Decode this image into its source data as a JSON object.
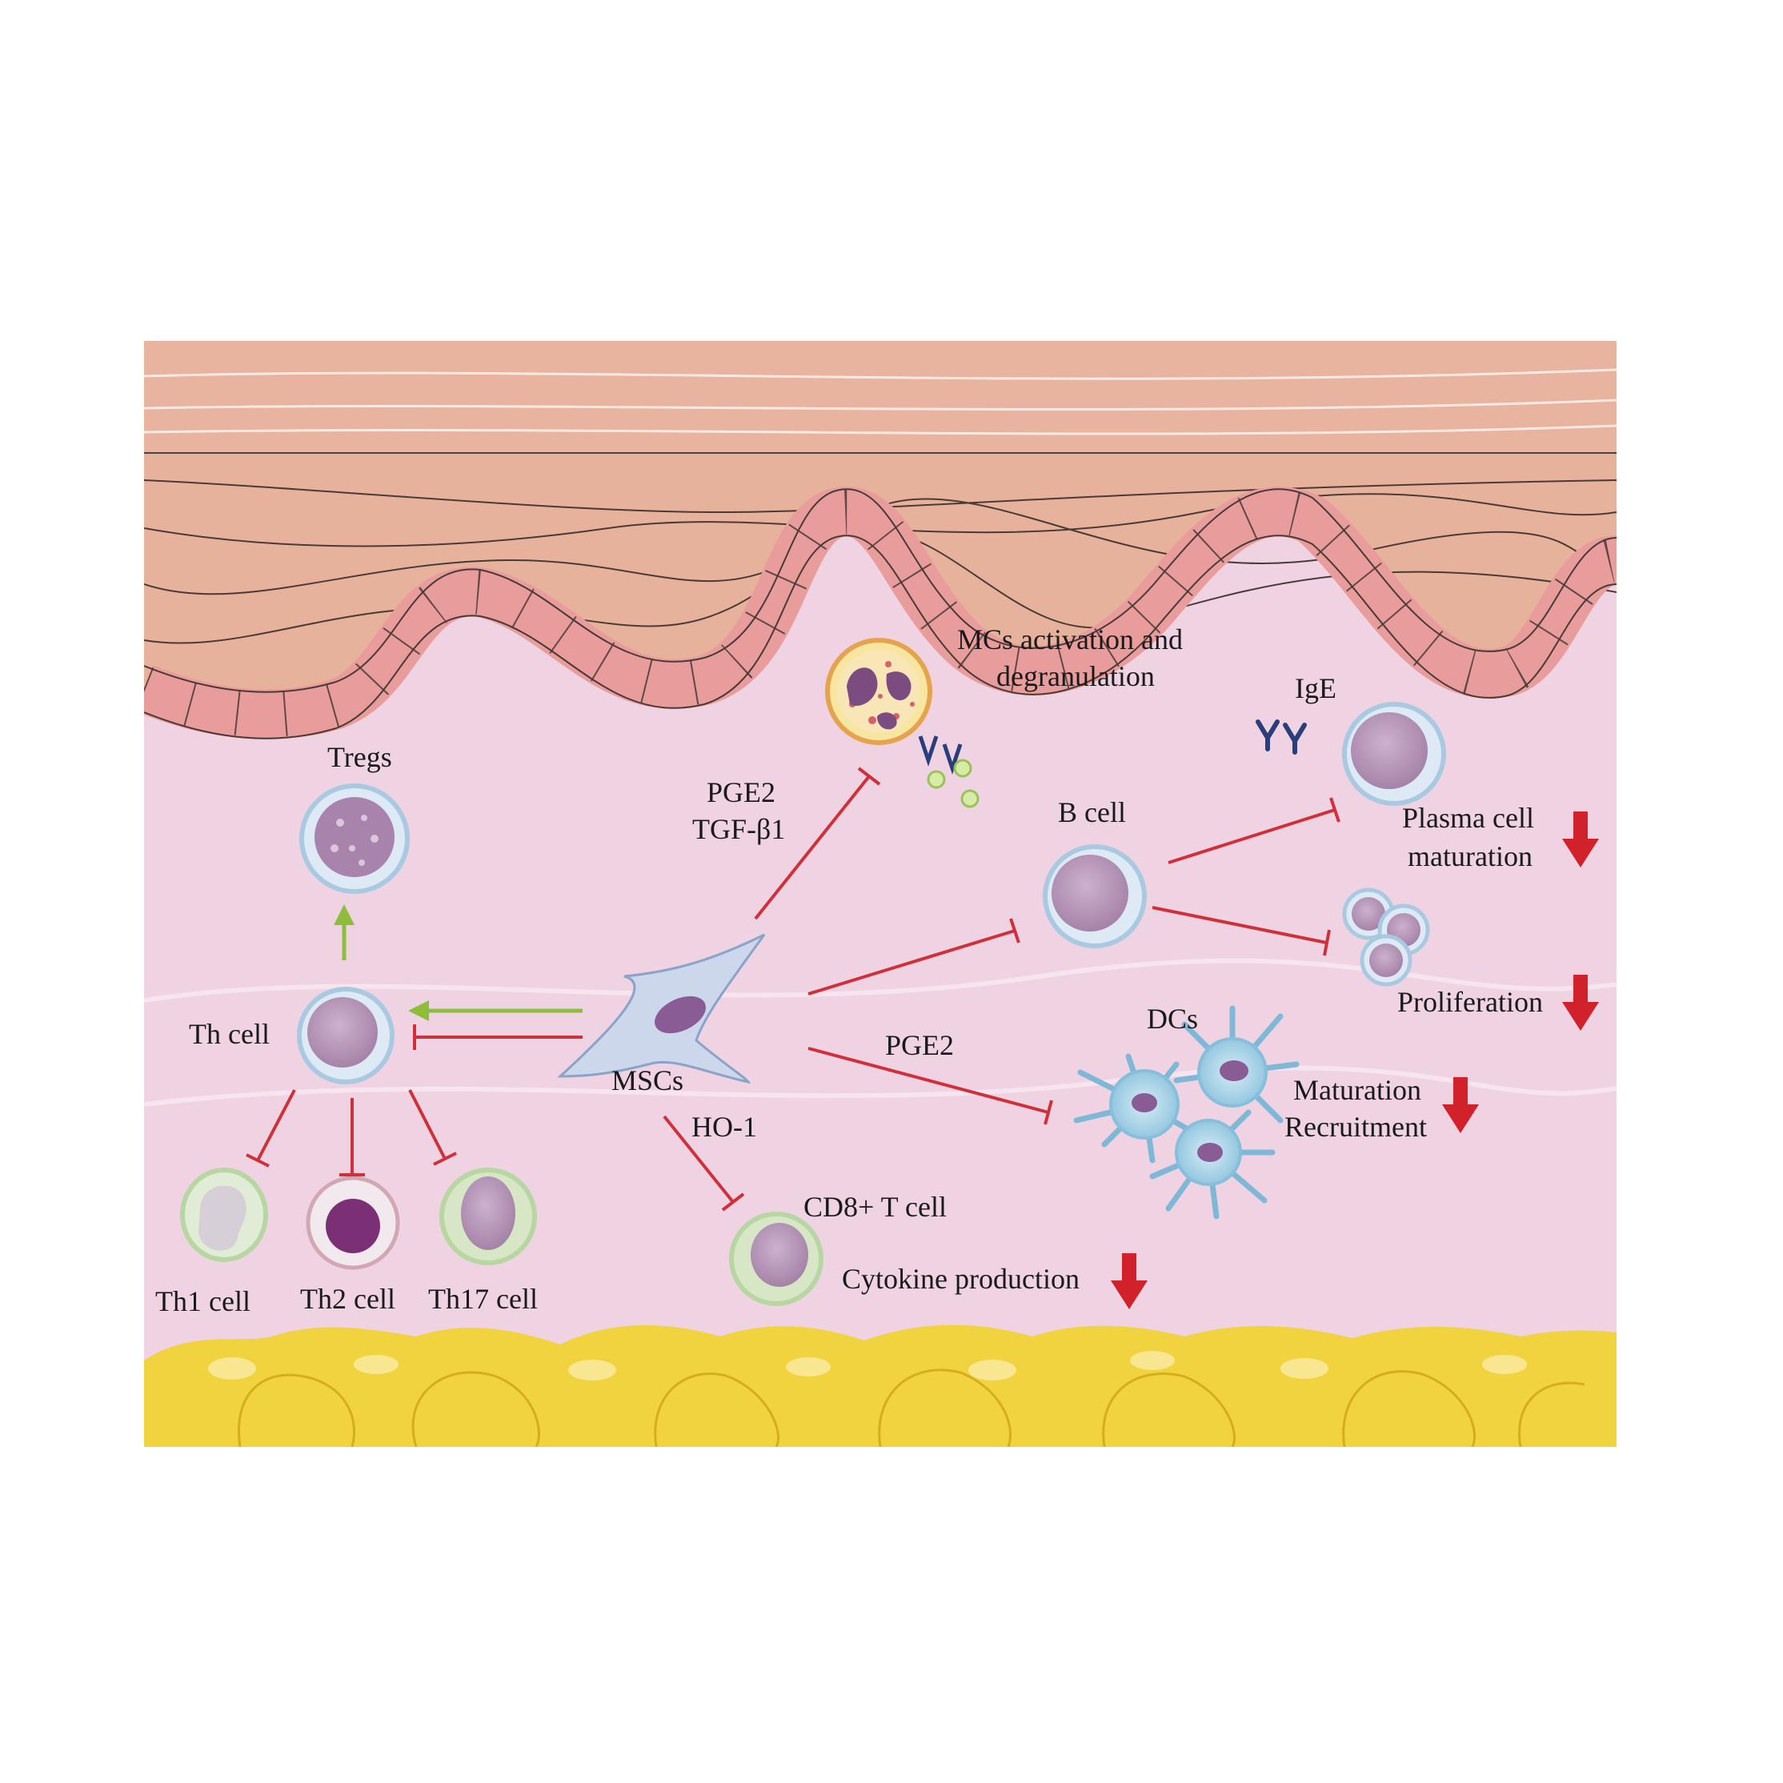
{
  "colors": {
    "dermis": "#efd3e2",
    "epidermis": "#e7b29c",
    "basal_layer": "#e99c9c",
    "fat": "#f0d33f",
    "inhibit": "#d0303a",
    "promote": "#8ebd3c",
    "down_arrow": "#d1212a",
    "cell_membrane": "#a9c9e0",
    "cell_nucleus": "#b591b7",
    "green_membrane": "#b7d6a2",
    "dc_body": "#8fc6df"
  },
  "labels": {
    "tregs": "Tregs",
    "th_cell": "Th cell",
    "th1_cell": "Th1 cell",
    "th2_cell": "Th2 cell",
    "th17_cell": "Th17 cell",
    "mscs": "MSCs",
    "pge2_top": "PGE2",
    "tgf_b1": "TGF-β1",
    "mcs_line1": "MCs activation and",
    "mcs_line2": "degranulation",
    "ige": "IgE",
    "b_cell": "B cell",
    "plasma_line1": "Plasma cell",
    "plasma_line2": "maturation",
    "proliferation": "Proliferation",
    "pge2_dc": "PGE2",
    "dcs": "DCs",
    "maturation": "Maturation",
    "recruitment": "Recruitment",
    "ho1": "HO-1",
    "cd8": "CD8+ T cell",
    "cytokine": "Cytokine production"
  }
}
